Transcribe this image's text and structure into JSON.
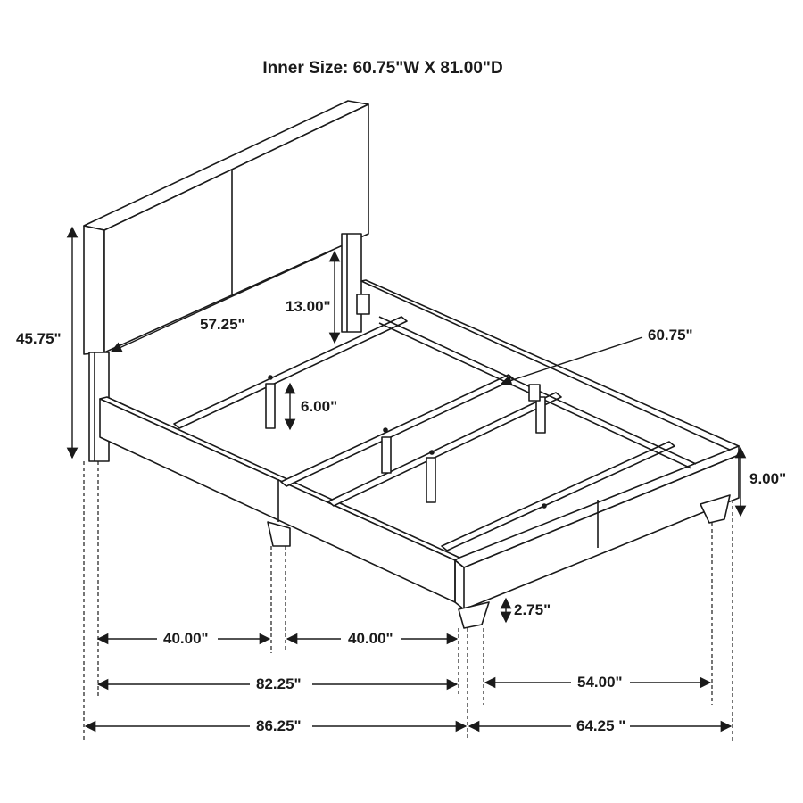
{
  "title": "Inner Size: 60.75\"W X 81.00\"D",
  "colors": {
    "line": "#1a1a1a",
    "background": "#ffffff"
  },
  "dimensions": {
    "headboard_height": "45.75\"",
    "headboard_width": "57.25\"",
    "headboard_clearance": "13.00\"",
    "center_leg_height": "6.00\"",
    "inner_width": "60.75\"",
    "rail_height": "9.00\"",
    "leg_height": "2.75\"",
    "side_segment_1": "40.00\"",
    "side_segment_2": "40.00\"",
    "rail_length": "82.25\"",
    "overall_length": "86.25\"",
    "leg_span_width": "54.00\"",
    "overall_width": "64.25 \""
  }
}
